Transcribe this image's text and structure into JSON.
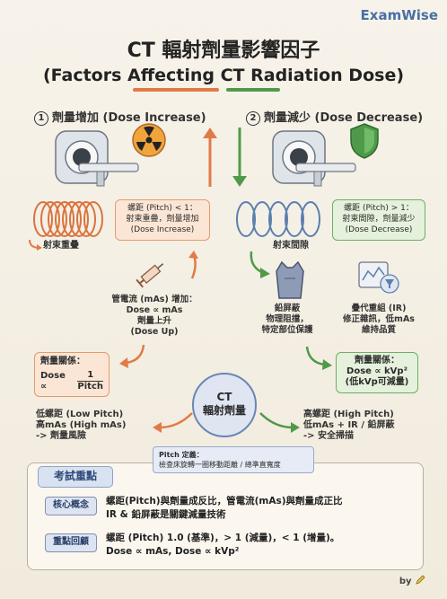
{
  "brand": "ExamWise",
  "title": "CT 輻射劑量影響因子",
  "subtitle": "(Factors Affecting CT Radiation Dose)",
  "left": {
    "num": "1",
    "heading": "劑量增加 (Dose Increase)",
    "pitch_box": [
      "螺距 (Pitch) < 1：",
      "射束重疊，劑量增加",
      "(Dose Increase)"
    ],
    "overlap_label": "射束重疊",
    "mas_text": [
      "管電流 (mAs) 增加：",
      "Dose ∝ mAs",
      "劑量上升",
      "(Dose Up)"
    ],
    "relation_title": "劑量關係：",
    "relation_formula_prefix": "Dose ∝",
    "relation_num": "1",
    "relation_den": "Pitch",
    "low_pitch": [
      "低螺距 (Low Pitch)",
      "高mAs (High mAs)",
      "-> 劑量風險"
    ]
  },
  "right": {
    "num": "2",
    "heading": "劑量減少 (Dose Decrease)",
    "pitch_box": [
      "螺距 (Pitch) > 1：",
      "射束間隙，劑量減少",
      "(Dose Decrease)"
    ],
    "gap_label": "射束間隙",
    "shield_text": [
      "鉛屏蔽",
      "物理阻擋，",
      "特定部位保護"
    ],
    "ir_text": [
      "疊代重組 (IR)",
      "修正雜訊，低mAs",
      "維持品質"
    ],
    "relation_box": [
      "劑量關係：",
      "Dose ∝ kVp²",
      "(低kVp可減量)"
    ],
    "high_pitch": [
      "高螺距 (High Pitch)",
      "低mAs + IR / 鉛屏蔽",
      "-> 安全掃描"
    ]
  },
  "center": {
    "line1": "CT",
    "line2": "輻射劑量"
  },
  "pitch_def": {
    "title": "Pitch 定義：",
    "body": "檢查床旋轉一圈移動距離 / 總準直寬度"
  },
  "exam": {
    "tab": "考試重點",
    "rows": [
      {
        "tag": "核心概念",
        "lines": [
          "螺距(Pitch)與劑量成反比，管電流(mAs)與劑量成正比",
          "IR & 鉛屏蔽是關鍵減量技術"
        ]
      },
      {
        "tag": "重點回顧",
        "lines": [
          "螺距 (Pitch) 1.0 (基準)，> 1 (減量)，< 1 (增量)。",
          "Dose ∝ mAs, Dose ∝ kVp²"
        ]
      }
    ]
  },
  "by": "by",
  "colors": {
    "increase": "#e07b47",
    "decrease": "#4f9a4a",
    "accent": "#4a6fa5"
  },
  "icons": [
    "radiation-icon",
    "shield-icon",
    "ct-scanner-icon",
    "syringe-icon",
    "lead-apron-icon",
    "ir-filter-icon"
  ]
}
